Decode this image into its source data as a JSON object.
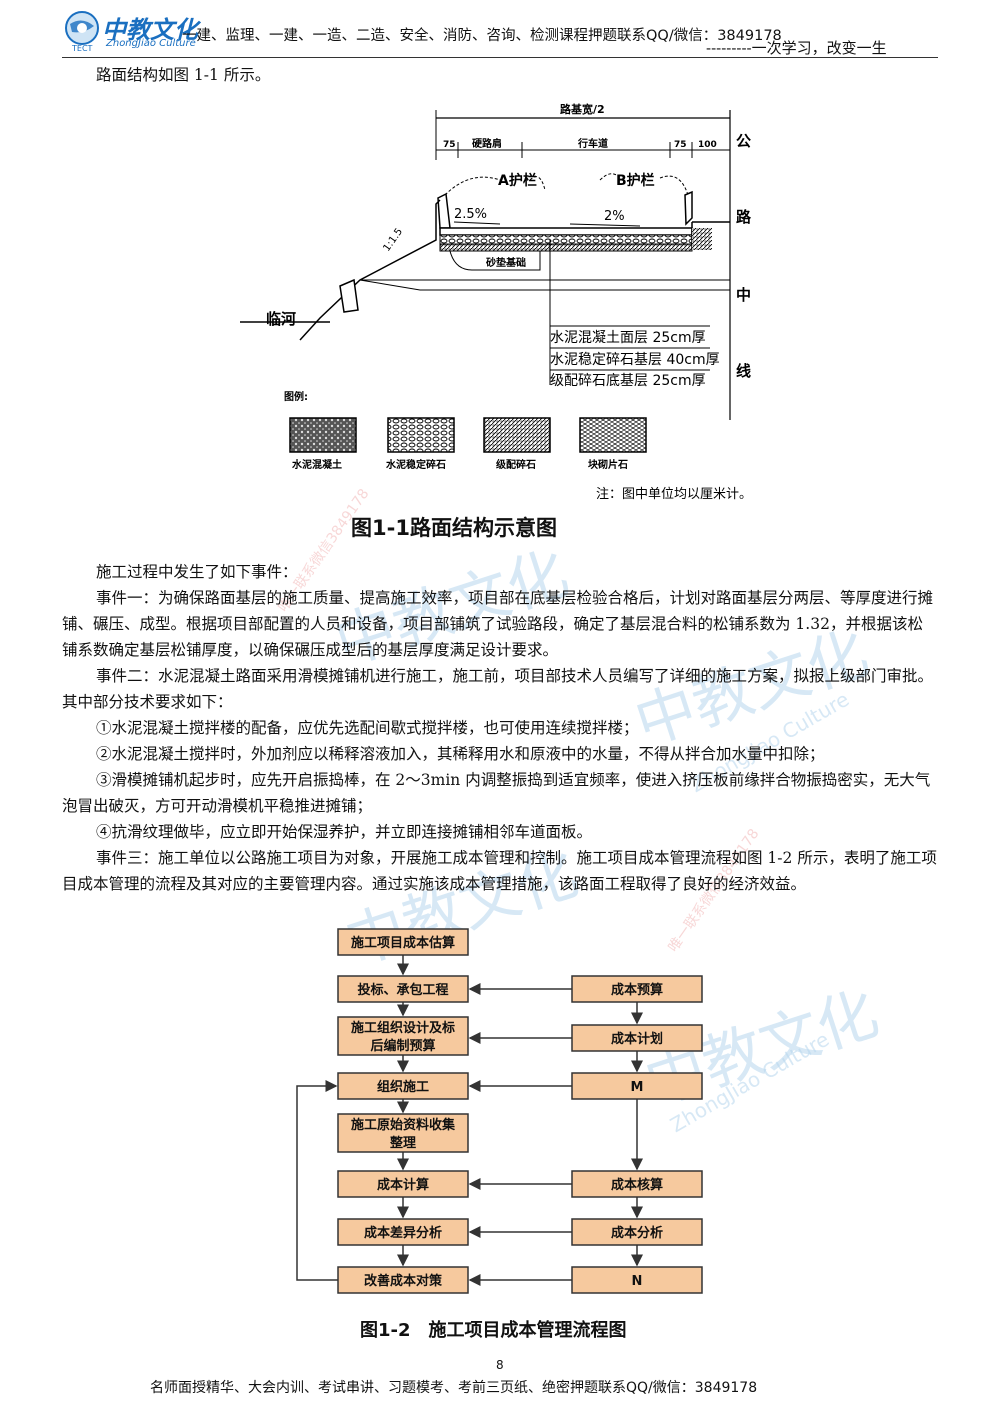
{
  "header": {
    "logo_cn": "中教文化",
    "logo_en": "ZhongJiao Culture",
    "logo_abbr": "TECT",
    "courses": "一建、监理、一建、一造、二造、安全、消防、咨询、检测课程押题联系QQ/微信：3849178",
    "motto": "---------一次学习，改变一生"
  },
  "intro": "路面结构如图 1-1 所示。",
  "figure1": {
    "top_label": "路基宽/2",
    "dims": [
      "75",
      "硬路肩",
      "行车道",
      "75",
      "100"
    ],
    "barrier_a": "A护栏",
    "barrier_b": "B护栏",
    "slope_left": "2.5%",
    "slope_right": "2%",
    "side_slope": "1:1.5",
    "foundation": "砂垫基础",
    "river": "临河",
    "centerline": [
      "公",
      "路",
      "中",
      "线"
    ],
    "layers": [
      "水泥混凝土面层 25cm厚",
      "水泥稳定碎石基层 40cm厚",
      "级配碎石底基层 25cm厚"
    ],
    "legend_title": "图例:",
    "legend": [
      "水泥混凝土",
      "水泥稳定碎石",
      "级配碎石",
      "块砌片石"
    ],
    "note": "注：图中单位均以厘米计。",
    "caption": "图1-1路面结构示意图"
  },
  "body": [
    "施工过程中发生了如下事件：",
    "事件一：为确保路面基层的施工质量、提高施工效率，项目部在底基层检验合格后，计划对路面基层分两层、等厚度进行摊铺、碾压、成型。根据项目部配置的人员和设备，项目部铺筑了试验路段，确定了基层混合料的松铺系数为 1.32，并根据该松铺系数确定基层松铺厚度，以确保碾压成型后的基层厚度满足设计要求。",
    "事件二：水泥混凝土路面采用滑模摊铺机进行施工，施工前，项目部技术人员编写了详细的施工方案，拟报上级部门审批。其中部分技术要求如下：",
    "①水泥混凝土搅拌楼的配备，应优先选配间歇式搅拌楼，也可使用连续搅拌楼；",
    "②水泥混凝土搅拌时，外加剂应以稀释溶液加入，其稀释用水和原液中的水量，不得从拌合加水量中扣除；",
    "③滑模摊铺机起步时，应先开启振捣棒，在 2～3min 内调整振捣到适宜频率，使进入挤压板前缘拌合物振捣密实，无大气泡冒出破灭，方可开动滑模机平稳推进摊铺；",
    "④抗滑纹理做毕，应立即开始保湿养护，并立即连接摊铺相邻车道面板。",
    "事件三：施工单位以公路施工项目为对象，开展施工成本管理和控制。施工项目成本管理流程如图 1-2 所示，表明了施工项目成本管理的流程及其对应的主要管理内容。通过实施该成本管理措施，该路面工程取得了良好的经济效益。"
  ],
  "figure2": {
    "left": [
      "施工项目成本估算",
      "投标、承包工程",
      "施工组织设计及标后编制预算",
      "组织施工",
      "施工原始资料收集整理",
      "成本计算",
      "成本差异分析",
      "改善成本对策"
    ],
    "right": [
      "成本预算",
      "成本计划",
      "M",
      "成本核算",
      "成本分析",
      "N"
    ],
    "caption": "图1-2　施工项目成本管理流程图"
  },
  "footer": {
    "page_number": "8",
    "text": "名师面授精华、大会内训、考试串讲、习题模考、考前三页纸、绝密押题联系QQ/微信：3849178"
  },
  "watermarks": {
    "brand": "中教文化",
    "brand_en": "ZhongJiao Culture",
    "contact": "唯一联系微信3849178"
  },
  "colors": {
    "box_fill": "#f6c99e",
    "box_border": "#333333",
    "logo_blue": "#1a6fc0",
    "watermark": "#b7d7ee"
  }
}
